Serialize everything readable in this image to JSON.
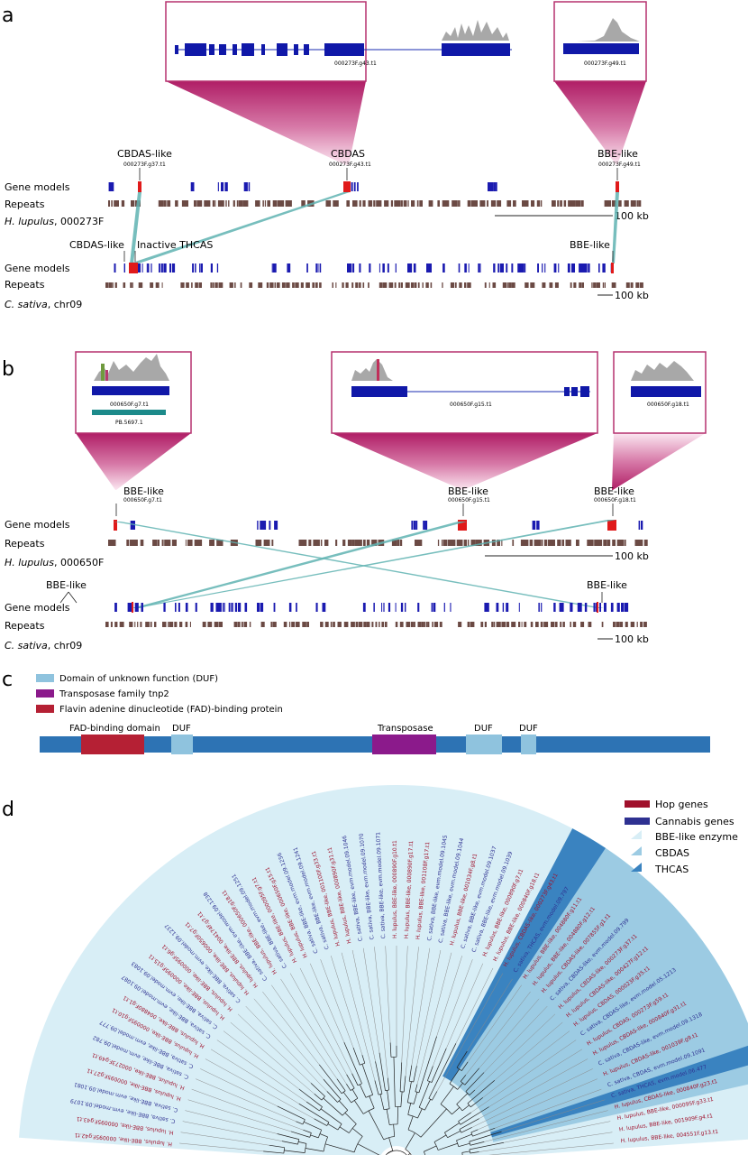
{
  "panel_a": {
    "label": "a",
    "inset1_caption": "000273F.g43.t1",
    "inset2_caption": "000273F.g49.t1",
    "hop_genes": [
      {
        "name": "CBDAS-like",
        "id": "000273F.g37.t1"
      },
      {
        "name": "CBDAS",
        "id": "000273F.g43.t1"
      },
      {
        "name": "BBE-like",
        "id": "000273F.g49.t1"
      }
    ],
    "track_gene_models": "Gene models",
    "track_repeats": "Repeats",
    "hop_species": "H. lupulus",
    "hop_contig": ", 000273F",
    "hop_scale": "100 kb",
    "cs_labels": [
      "CBDAS-like",
      "Inactive THCAS",
      "BBE-like"
    ],
    "cs_species": "C. sativa",
    "cs_chr": ", chr09",
    "cs_scale": "100 kb"
  },
  "panel_b": {
    "label": "b",
    "inset1_caption": "000650F.g7.t1",
    "inset1_transcript": "PB.5697.1",
    "inset2_caption": "000650F.g15.t1",
    "inset3_caption": "000650F.g18.t1",
    "hop_genes": [
      {
        "name": "BBE-like",
        "id": "000650F.g7.t1"
      },
      {
        "name": "BBE-like",
        "id": "000650F.g15.t1"
      },
      {
        "name": "BBE-like",
        "id": "000650F.g18.t1"
      }
    ],
    "track_gene_models": "Gene models",
    "track_repeats": "Repeats",
    "hop_species": "H. lupulus",
    "hop_contig": ", 000650F",
    "hop_scale": "100 kb",
    "cs_labels": [
      "BBE-like",
      "BBE-like"
    ],
    "cs_species": "C. sativa",
    "cs_chr": ", chr09",
    "cs_scale": "100 kb"
  },
  "panel_c": {
    "label": "c",
    "legend": [
      {
        "label": "Domain of unknown function (DUF)",
        "color": "#8fc3de"
      },
      {
        "label": "Transposase family tnp2",
        "color": "#8b1a8b"
      },
      {
        "label": "Flavin adenine dinucleotide (FAD)-binding protein",
        "color": "#b52034"
      }
    ],
    "domains": [
      "FAD-binding domain",
      "DUF",
      "Transposase",
      "DUF",
      "DUF"
    ]
  },
  "panel_d": {
    "label": "d",
    "legend": [
      {
        "label": "Hop genes",
        "color": "#a0102b"
      },
      {
        "label": "Cannabis genes",
        "color": "#2e3191"
      },
      {
        "label": "BBE-like enzyme",
        "color": "#d8eef6"
      },
      {
        "label": "CBDAS",
        "color": "#9ccbe3"
      },
      {
        "label": "THCAS",
        "color": "#3a83c0"
      }
    ],
    "tips": [
      {
        "label": "H. lupulus, BBE-like, 000095F.g42.t1",
        "hop": true
      },
      {
        "label": "H. lupulus, BBE-like, 000095F.g43.t1",
        "hop": true
      },
      {
        "label": "C. sativa, BBE-like, evm.model.09.1079",
        "hop": false
      },
      {
        "label": "C. sativa, BBE-like, evm.model.09.1081",
        "hop": false
      },
      {
        "label": "H. lupulus, BBE-like, 000095F.g27.t1",
        "hop": true
      },
      {
        "label": "H. lupulus, BBE-like, 000273F.g49.t1",
        "hop": true
      },
      {
        "label": "C. sativa, BBE-like, evm.model.09.782",
        "hop": false
      },
      {
        "label": "C. sativa, BBE-like, evm.model.09.777",
        "hop": false
      },
      {
        "label": "H. lupulus, BBE-like, 000095F.g10.t1",
        "hop": true
      },
      {
        "label": "H. lupulus, BBE-like, 004880F.g1.t1",
        "hop": true
      },
      {
        "label": "C. sativa, BBE-like, evm.model.09.1087",
        "hop": false
      },
      {
        "label": "C. sativa, BBE-like, evm.model.09.1083",
        "hop": false
      },
      {
        "label": "H. lupulus, BBE-like, 000095F.g15.t1",
        "hop": true
      },
      {
        "label": "H. lupulus, BBE-like, 000095F.g6.t1",
        "hop": true
      },
      {
        "label": "C. sativa, BBE-like, evm.model.09.1237",
        "hop": false
      },
      {
        "label": "H. lupulus, BBE-like, 000650F.g7.t1",
        "hop": true
      },
      {
        "label": "H. lupulus, BBE-like, 004174F.g7.t1",
        "hop": true
      },
      {
        "label": "C. sativa, BBE-like, evm.model.09.1238",
        "hop": false
      },
      {
        "label": "H. lupulus, BBE-like, 000650F.g18.t1",
        "hop": true
      },
      {
        "label": "C. sativa, BBE-like, evm.model.09.1251",
        "hop": false
      },
      {
        "label": "H. lupulus, BBE-like, 000095F.g7.t1",
        "hop": true
      },
      {
        "label": "H. lupulus, BBE-like, 000650F.g15.t1",
        "hop": true
      },
      {
        "label": "C. sativa, BBE-like, evm.model.09.1256",
        "hop": false
      },
      {
        "label": "C. sativa, BBE-like, evm.model.09.1241",
        "hop": false
      },
      {
        "label": "H. lupulus, BBE-like, 001100F.g33.t1",
        "hop": true
      },
      {
        "label": "H. lupulus, BBE-like, 000890F.g31.t1",
        "hop": true
      },
      {
        "label": "C. sativa, BBE-like, evm.model.09.1046",
        "hop": false
      },
      {
        "label": "C. sativa, BBE-like, evm.model.09.1070",
        "hop": false
      },
      {
        "label": "C. sativa, BBE-like, evm.model.09.1071",
        "hop": false
      },
      {
        "label": "H. lupulus, BBE-like, 000890F.g10.t1",
        "hop": true
      },
      {
        "label": "H. lupulus, BBE-like, 000890F.g17.t1",
        "hop": true
      },
      {
        "label": "H. lupulus, BBE-like, 001108F.g17.t1",
        "hop": true
      },
      {
        "label": "C. sativa, BBE-like, evm.model.09.1045",
        "hop": false
      },
      {
        "label": "C. sativa, BBE-like, evm.model.09.1044",
        "hop": false
      },
      {
        "label": "H. lupulus, BBE-like, 001034F.g8.t1",
        "hop": true
      },
      {
        "label": "C. sativa, BBE-like, evm.model.09.1037",
        "hop": false
      },
      {
        "label": "C. sativa, BBE-like, evm.model.09.1039",
        "hop": false
      },
      {
        "label": "H. lupulus, BBE-like, 000890F.g7.t1",
        "hop": true
      },
      {
        "label": "H. lupulus, BBE-like, 000840F.g18.t1",
        "hop": true
      },
      {
        "label": "H. lupulus, CBDAS-like, 000273F.g43.t1",
        "hop": true
      },
      {
        "label": "C. sativa, THCAS, evm.model.09.797",
        "hop": false
      },
      {
        "label": "H. lupulus, BBE-like, 004880F.g11.t1",
        "hop": true
      },
      {
        "label": "H. lupulus, BBE-like, 004880F.g12.t1",
        "hop": true
      },
      {
        "label": "H. lupulus, CBDAS-like, 007855F.g1.t1",
        "hop": true
      },
      {
        "label": "C. sativa, CBDAS-like, evm.model.09.799",
        "hop": false
      },
      {
        "label": "H. lupulus, CBDAS-like, 000273F.g37.t1",
        "hop": true
      },
      {
        "label": "H. lupulus, CBDAS-like, 000427F.g12.t1",
        "hop": true
      },
      {
        "label": "H. lupulus, CBDAS, 000023F.g35.t1",
        "hop": true
      },
      {
        "label": "C. sativa, CBDAS-like, evm.model.05.1213",
        "hop": false
      },
      {
        "label": "H. lupulus, CBDAS, 000273F.g59.t1",
        "hop": true
      },
      {
        "label": "H. lupulus, CBDAS-like, 000840F.g31.t1",
        "hop": true
      },
      {
        "label": "C. sativa, CBDAS-like, evm.model.09.1318",
        "hop": false
      },
      {
        "label": "H. lupulus, CBDAS-like, 001039F.g9.t1",
        "hop": true
      },
      {
        "label": "C. sativa, CBDAS, evm.model.09.1091",
        "hop": false
      },
      {
        "label": "C. sativa, THCAS, evm.model.06.477",
        "hop": false
      },
      {
        "label": "H. lupulus, CBDAS-like, 000840F.g23.t1",
        "hop": true
      },
      {
        "label": "H. lupulus, BBE-like, 000095F.g33.t1",
        "hop": true
      },
      {
        "label": "H. lupulus, BBE-like, 001909F.g4.t1",
        "hop": true
      },
      {
        "label": "H. lupulus, BBE-like, 004551F.g13.t1",
        "hop": true
      }
    ]
  }
}
